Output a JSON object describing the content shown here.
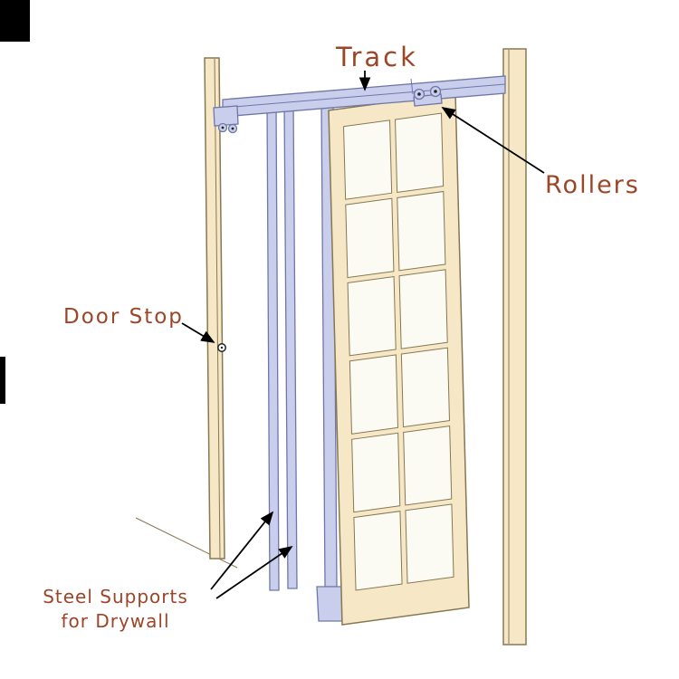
{
  "diagram": {
    "labels": {
      "track": "Track",
      "rollers": "Rollers",
      "door_stop": "Door Stop",
      "steel_supports_line1": "Steel Supports",
      "steel_supports_line2": "for Drywall"
    }
  },
  "colors": {
    "background": "#ffffff",
    "label_text": "#9c4527",
    "wood_fill": "#f6e8c6",
    "wood_outline": "#857852",
    "steel_fill": "#c8ceec",
    "steel_outline": "#7077a8",
    "glass": "#fcfbf3",
    "arrow": "#000000"
  }
}
